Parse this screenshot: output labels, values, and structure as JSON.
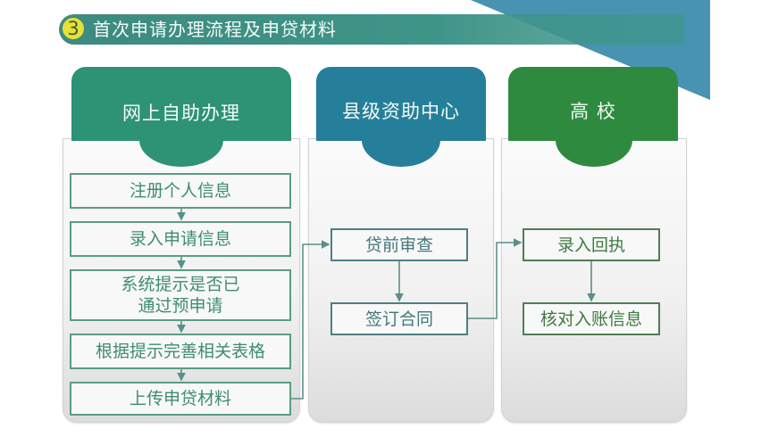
{
  "title": {
    "number": "3",
    "text": "首次申请办理流程及申贷材料"
  },
  "colors": {
    "title_bar": "#3e8b80",
    "number_badge": "#e8df3a",
    "online_header": "#2e9275",
    "county_header": "#267f9a",
    "university_header": "#2e8a3f",
    "bg_triangle": "#4793b1"
  },
  "columns": [
    {
      "title": "网上自助办理",
      "steps": [
        "注册个人信息",
        "录入申请信息",
        "系统提示是否已\n通过预申请",
        "根据提示完善相关表格",
        "上传申贷材料"
      ],
      "steps_lines": [
        [
          "注册个人信息"
        ],
        [
          "录入申请信息"
        ],
        [
          "系统提示是否已",
          "通过预申请"
        ],
        [
          "根据提示完善相关表格"
        ],
        [
          "上传申贷材料"
        ]
      ]
    },
    {
      "title": "县级资助中心",
      "steps": [
        "贷前审查",
        "签订合同"
      ]
    },
    {
      "title": "高 校",
      "steps": [
        "录入回执",
        "核对入账信息"
      ]
    }
  ]
}
